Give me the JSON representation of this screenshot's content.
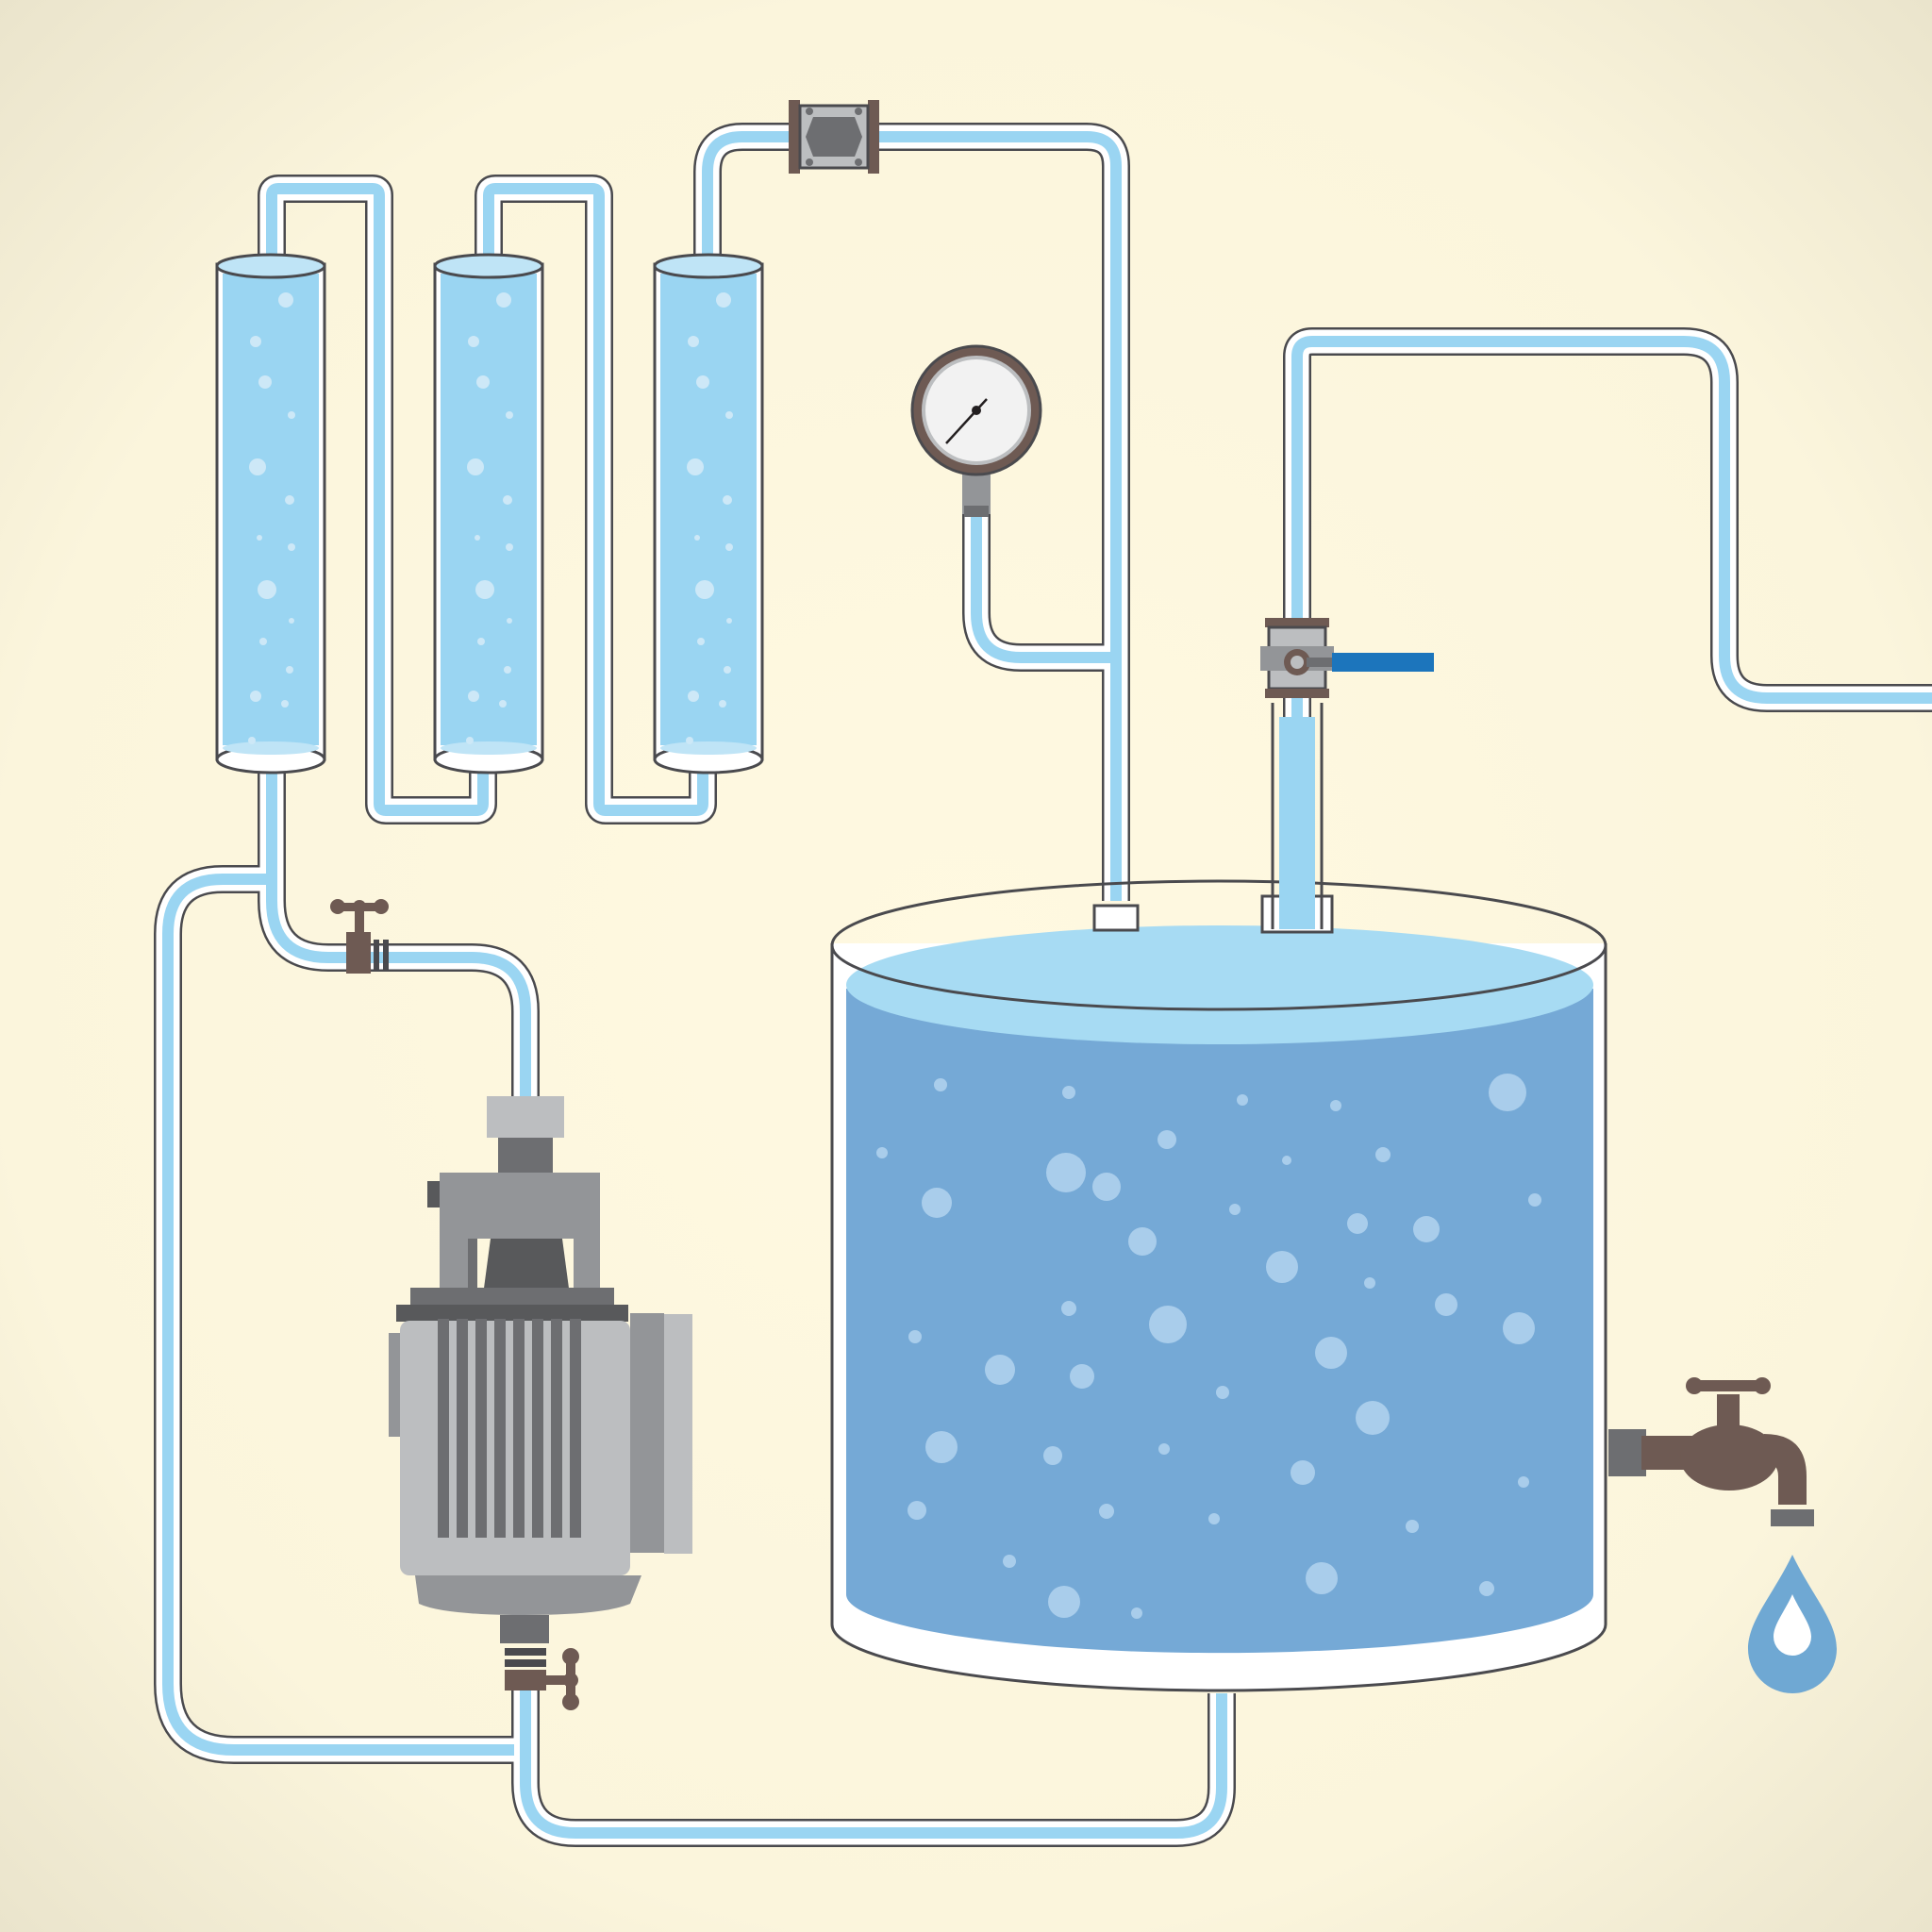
{
  "diagram": {
    "type": "water-treatment-schematic",
    "text_labels": [],
    "colors": {
      "background_center": "#FFF9E1",
      "background_edge": "#ECE6D0",
      "outline": "#4A4A4E",
      "pipe_fill": "#FFFFFF",
      "water_light": "#9AD5F2",
      "water_tank": "#75A9D6",
      "water_surface": "#A7DBF3",
      "bubble": "#CDE8F7",
      "pump_light": "#BCBEC0",
      "pump_mid": "#939598",
      "pump_dark": "#6D6E71",
      "pump_darkest": "#58595B",
      "tap_brown": "#6E5A53",
      "valve_handle": "#1C75BC",
      "drop": "#6FA8D3"
    },
    "components": {
      "filters": [
        {
          "name": "filter-1",
          "state": "filled"
        },
        {
          "name": "filter-2",
          "state": "filled"
        },
        {
          "name": "filter-3",
          "state": "filled"
        }
      ],
      "pressure_gauge": {
        "name": "pressure-gauge",
        "needle": "lower-left"
      },
      "ball_valve": {
        "name": "ball-valve",
        "handle": "open"
      },
      "inline_meter": {
        "name": "inline-meter"
      },
      "pump_motor": {
        "name": "pump-motor"
      },
      "storage_tank": {
        "name": "storage-tank",
        "fill_level": 0.9
      },
      "outlet_faucet": {
        "name": "outlet-faucet",
        "dripping": true
      }
    }
  }
}
